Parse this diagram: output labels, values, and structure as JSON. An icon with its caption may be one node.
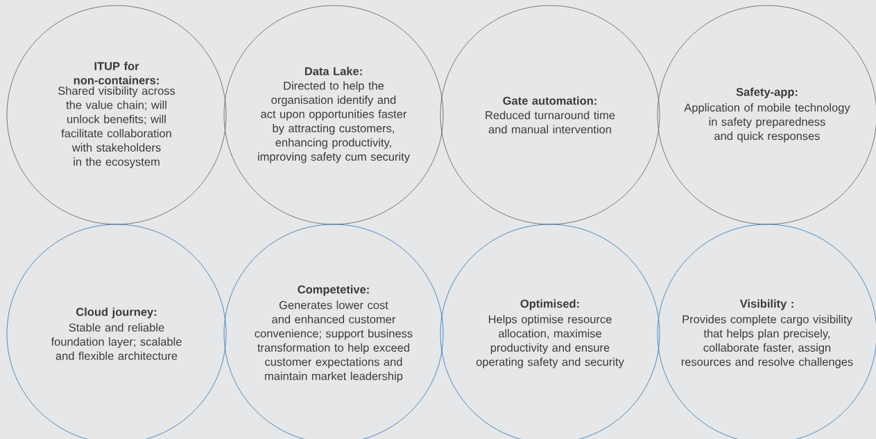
{
  "diagram": {
    "nodes": [
      {
        "text": [
          "ITUP for non-containers:",
          "Shared visibility across the value chain; will unlock benefits; will facilitate collaboration with stakeholders in the ecosystem"
        ]
      },
      {
        "text": [
          "Data Lake:",
          "Directed to help the organisation identify and act upon opportunities faster by attracting customers, enhancing productivity, improving safety cum security"
        ]
      },
      {
        "text": [
          "Gate automation:",
          "Reduced turnaround time and manual intervention"
        ]
      },
      {
        "text": [
          "Safety-app:",
          "Application of mobile technology in safety preparedness and quick responses"
        ]
      },
      {
        "text": [
          "Cloud journey:",
          "Stable and reliable foundation layer; scalable and flexible architecture"
        ]
      },
      {
        "text": [
          "Competetive:",
          "Generates lower cost and enhanced customer convenience; support business transformation to help exceed customer expectations and maintain market leadership"
        ]
      },
      {
        "text": [
          "Optimised:",
          "Helps optimise resource allocation, maximise productivity and ensure operating safety and security"
        ]
      },
      {
        "text": [
          "Visibility :",
          "Provides complete cargo visibility that helps plan precisely, collaborate faster, assign resources and resolve challenges"
        ]
      }
    ]
  }
}
